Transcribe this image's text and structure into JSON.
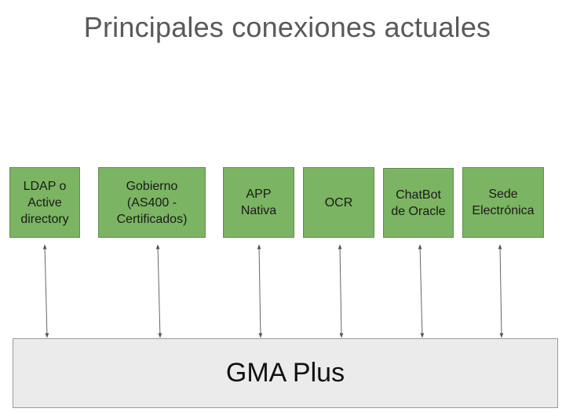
{
  "title": "Principales conexiones actuales",
  "boxes": [
    {
      "label": "LDAP o\nActive\ndirectory"
    },
    {
      "label": "Gobierno\n(AS400 -\nCertificados)"
    },
    {
      "label": "APP\nNativa"
    },
    {
      "label": "OCR"
    },
    {
      "label": "ChatBot\nde Oracle"
    },
    {
      "label": "Sede\nElectrónica"
    }
  ],
  "hub": {
    "label": "GMA Plus"
  },
  "colors": {
    "box_fill": "#7bb462",
    "hub_fill": "#ebebeb",
    "title_text": "#595959"
  }
}
